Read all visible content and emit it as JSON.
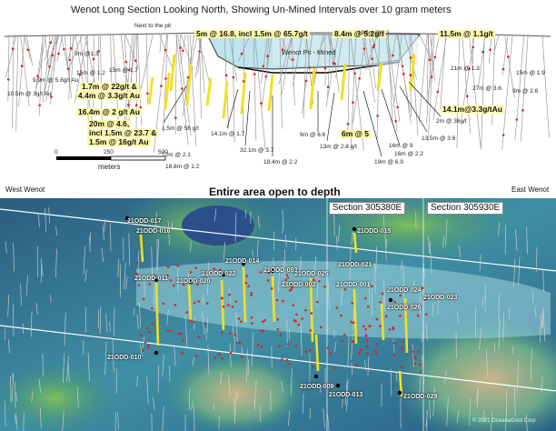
{
  "long_section": {
    "title": "Wenot Long Section Looking North, Showing Un-Mined Intervals over 10 gram meters",
    "next_to_pit": "Next to the pit",
    "pit_label": "Wenot Pit - Mined",
    "west_label": "West Wenot",
    "east_label": "East Wenot",
    "scale": {
      "ticks": [
        "0",
        "250",
        "500"
      ],
      "unit": "meters"
    },
    "highlights": [
      "5m @ 16.8, incl 1.5m @ 65.7g/t",
      "8.4m @ 5.2g/t",
      "11.5m @ 1.1g/t",
      "1.7m @ 22g/t &",
      "4.4m @ 3.3g/t Au",
      "16.4m @ 2 g/t Au",
      "20m @ 4.6,",
      "incl 1.5m @ 23.7 &",
      "1.5m @ 16g/t Au",
      "6m @ 5",
      "14.1m@3.3g/tAu"
    ],
    "labels": [
      "9m @1.3",
      "15m @ 1.2",
      "15m @ 1.7",
      "9.9m @ 5.8g/t Au",
      "10.5m @ 3g/t Au",
      "19.5m @ 2.2",
      "21m @ 1.3",
      "15m @ 1.9",
      "27m @ 3.6",
      "9m @ 2.6",
      "2m @ 36g/t",
      "13.5m @ 3.6",
      "16m @ 9",
      "16m @ 2.2",
      "19m @ 6.9",
      "13m @ 2.8 g/t",
      "9m @ 6.6",
      "18.4m @ 2.2",
      "32.1m @ 3.7",
      "14.1m @ 1.7",
      "1.5m @ 56 g/t",
      "12m @ 2.1",
      "18.8m @ 1.2"
    ]
  },
  "plan_view": {
    "heading": "Entire area open to depth",
    "sections": [
      "Section 305380E",
      "Section 305930E"
    ],
    "drillholes": [
      "21ODD-017",
      "21ODD-016",
      "21ODD-015",
      "21ODD-021",
      "21ODD-014",
      "21ODD-003",
      "21ODD-022",
      "21ODD-020",
      "21ODD-011",
      "21ODD-025",
      "21ODD-002",
      "21ODD-001",
      "21ODD-024",
      "21ODD-023",
      "21ODD-026",
      "21ODD-010",
      "21ODD-009",
      "21ODD-013",
      "21ODD-029"
    ],
    "copyright": "© 2021 OceanaGold Corp"
  },
  "colors": {
    "highlight": "#fff8a8",
    "drill_intercept": "#f0e020",
    "assay": "#e02020"
  }
}
